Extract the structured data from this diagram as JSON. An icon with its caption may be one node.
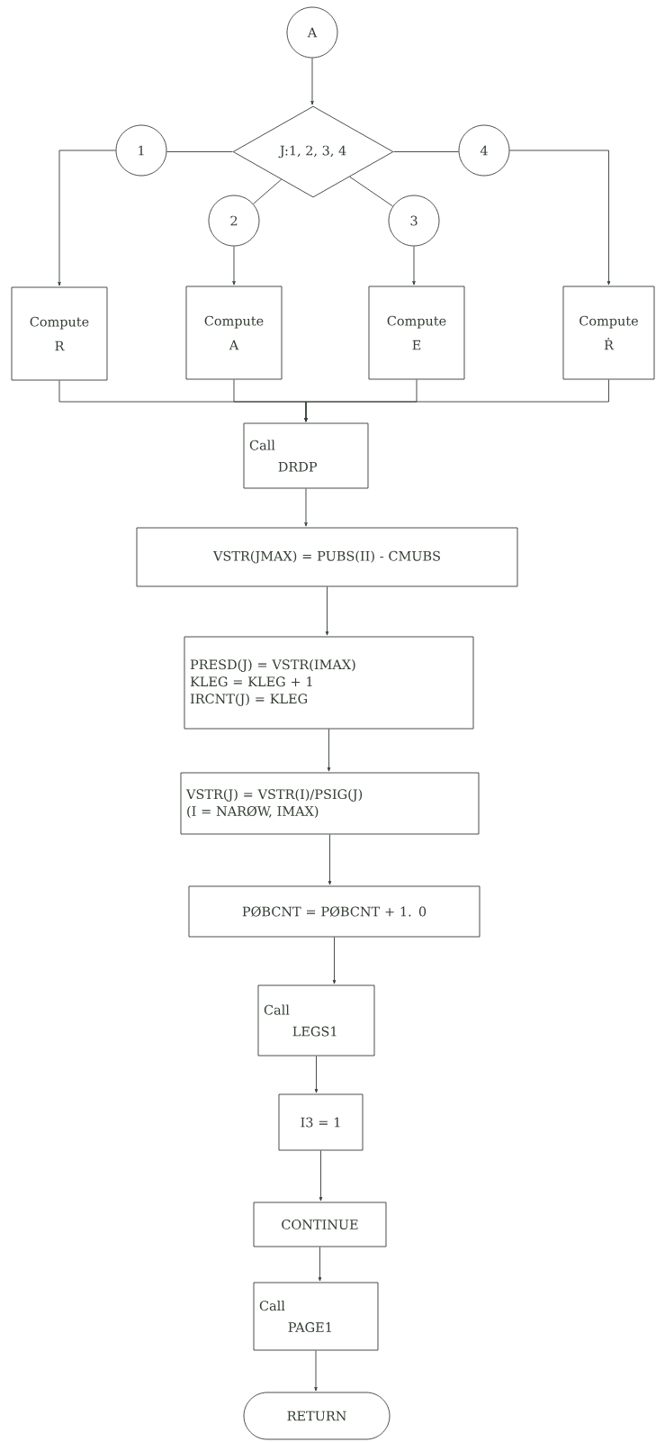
{
  "diagram": {
    "nodes": [
      {
        "text": [
          "A"
        ]
      },
      {
        "text": [
          "J:1, 2, 3, 4"
        ]
      },
      {
        "text": [
          "1"
        ]
      },
      {
        "text": [
          "2"
        ]
      },
      {
        "text": [
          "3"
        ]
      },
      {
        "text": [
          "4"
        ]
      },
      {
        "text": [
          "Compute",
          "R"
        ]
      },
      {
        "text": [
          "Compute",
          "A"
        ]
      },
      {
        "text": [
          "Compute",
          "E"
        ]
      },
      {
        "text": [
          "Compute",
          "Ṙ"
        ]
      },
      {
        "text": [
          "Call",
          "DRDP"
        ]
      },
      {
        "text": [
          "VSTR(JMAX) = PUBS(II) - CMUBS"
        ]
      },
      {
        "text": [
          "PRESD(J) = VSTR(IMAX)",
          "KLEG = KLEG + 1",
          "IRCNT(J) = KLEG"
        ]
      },
      {
        "text": [
          "VSTR(J) = VSTR(I)/PSIG(J)",
          "(I = NARØW, IMAX)"
        ]
      },
      {
        "text": [
          "PØBCNT = PØBCNT + 1. 0"
        ]
      },
      {
        "text": [
          "Call",
          "LEGS1"
        ]
      },
      {
        "text": [
          "I3 = 1"
        ]
      },
      {
        "text": [
          "CONTINUE"
        ]
      },
      {
        "text": [
          "Call",
          "PAGE1"
        ]
      },
      {
        "text": [
          "RETURN"
        ]
      }
    ],
    "edges": [
      {
        "from": 0,
        "to": 1,
        "arrow": "to"
      },
      {
        "from": 1,
        "to": 2,
        "arrow": "none"
      },
      {
        "from": 2,
        "to": 6,
        "arrow": "to"
      },
      {
        "from": 1,
        "to": 3,
        "arrow": "none"
      },
      {
        "from": 3,
        "to": 7,
        "arrow": "to"
      },
      {
        "from": 1,
        "to": 4,
        "arrow": "none"
      },
      {
        "from": 4,
        "to": 8,
        "arrow": "to"
      },
      {
        "from": 1,
        "to": 5,
        "arrow": "none"
      },
      {
        "from": 5,
        "to": 9,
        "arrow": "to"
      },
      {
        "from": 6,
        "to": 10,
        "arrow": "to"
      },
      {
        "from": 7,
        "to": 10,
        "arrow": "to"
      },
      {
        "from": 8,
        "to": 10,
        "arrow": "to"
      },
      {
        "from": 9,
        "to": 10,
        "arrow": "to"
      },
      {
        "from": 10,
        "to": 11,
        "arrow": "to"
      },
      {
        "from": 11,
        "to": 12,
        "arrow": "to"
      },
      {
        "from": 12,
        "to": 13,
        "arrow": "to"
      },
      {
        "from": 13,
        "to": 14,
        "arrow": "to"
      },
      {
        "from": 14,
        "to": 15,
        "arrow": "to"
      },
      {
        "from": 15,
        "to": 16,
        "arrow": "to"
      },
      {
        "from": 16,
        "to": 17,
        "arrow": "to"
      },
      {
        "from": 17,
        "to": 18,
        "arrow": "to"
      },
      {
        "from": 18,
        "to": 19,
        "arrow": "to"
      }
    ]
  }
}
